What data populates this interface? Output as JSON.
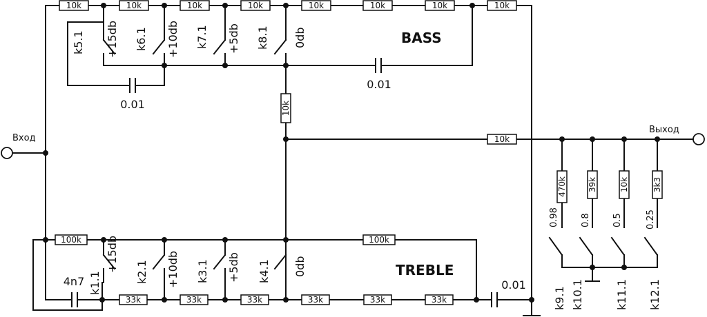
{
  "labels": {
    "input": "Вход",
    "output": "Выход",
    "bass": "BASS",
    "treble": "TREBLE"
  },
  "bass_chain": [
    "10k",
    "10k",
    "10k",
    "10k",
    "10k",
    "10k",
    "10k",
    "10k"
  ],
  "bass_switches": [
    {
      "name": "k5.1",
      "level": "+15db"
    },
    {
      "name": "k6.1",
      "level": "+10db"
    },
    {
      "name": "k7.1",
      "level": "+5db"
    },
    {
      "name": "k8.1",
      "level": "0db"
    }
  ],
  "bass_caps": [
    "0.01",
    "0.01"
  ],
  "center_resistor": "10k",
  "output_resistor": "10k",
  "treble_top": [
    "100k",
    "100k"
  ],
  "treble_chain": [
    "33k",
    "33k",
    "33k",
    "33k",
    "33k",
    "33k"
  ],
  "treble_switches": [
    {
      "name": "k1.1",
      "level": "+15db"
    },
    {
      "name": "k2.1",
      "level": "+10db"
    },
    {
      "name": "k3.1",
      "level": "+5db"
    },
    {
      "name": "k4.1",
      "level": "0db"
    }
  ],
  "treble_caps": [
    "4n7",
    "0.01"
  ],
  "output_taps": [
    {
      "resistor": "470k",
      "factor": "0.98",
      "switch": "k9.1"
    },
    {
      "resistor": "39k",
      "factor": "0.8",
      "switch": "k10.1"
    },
    {
      "resistor": "10k",
      "factor": "0.5",
      "switch": "k11.1"
    },
    {
      "resistor": "3k3",
      "factor": "0.25",
      "switch": "k12.1"
    }
  ]
}
